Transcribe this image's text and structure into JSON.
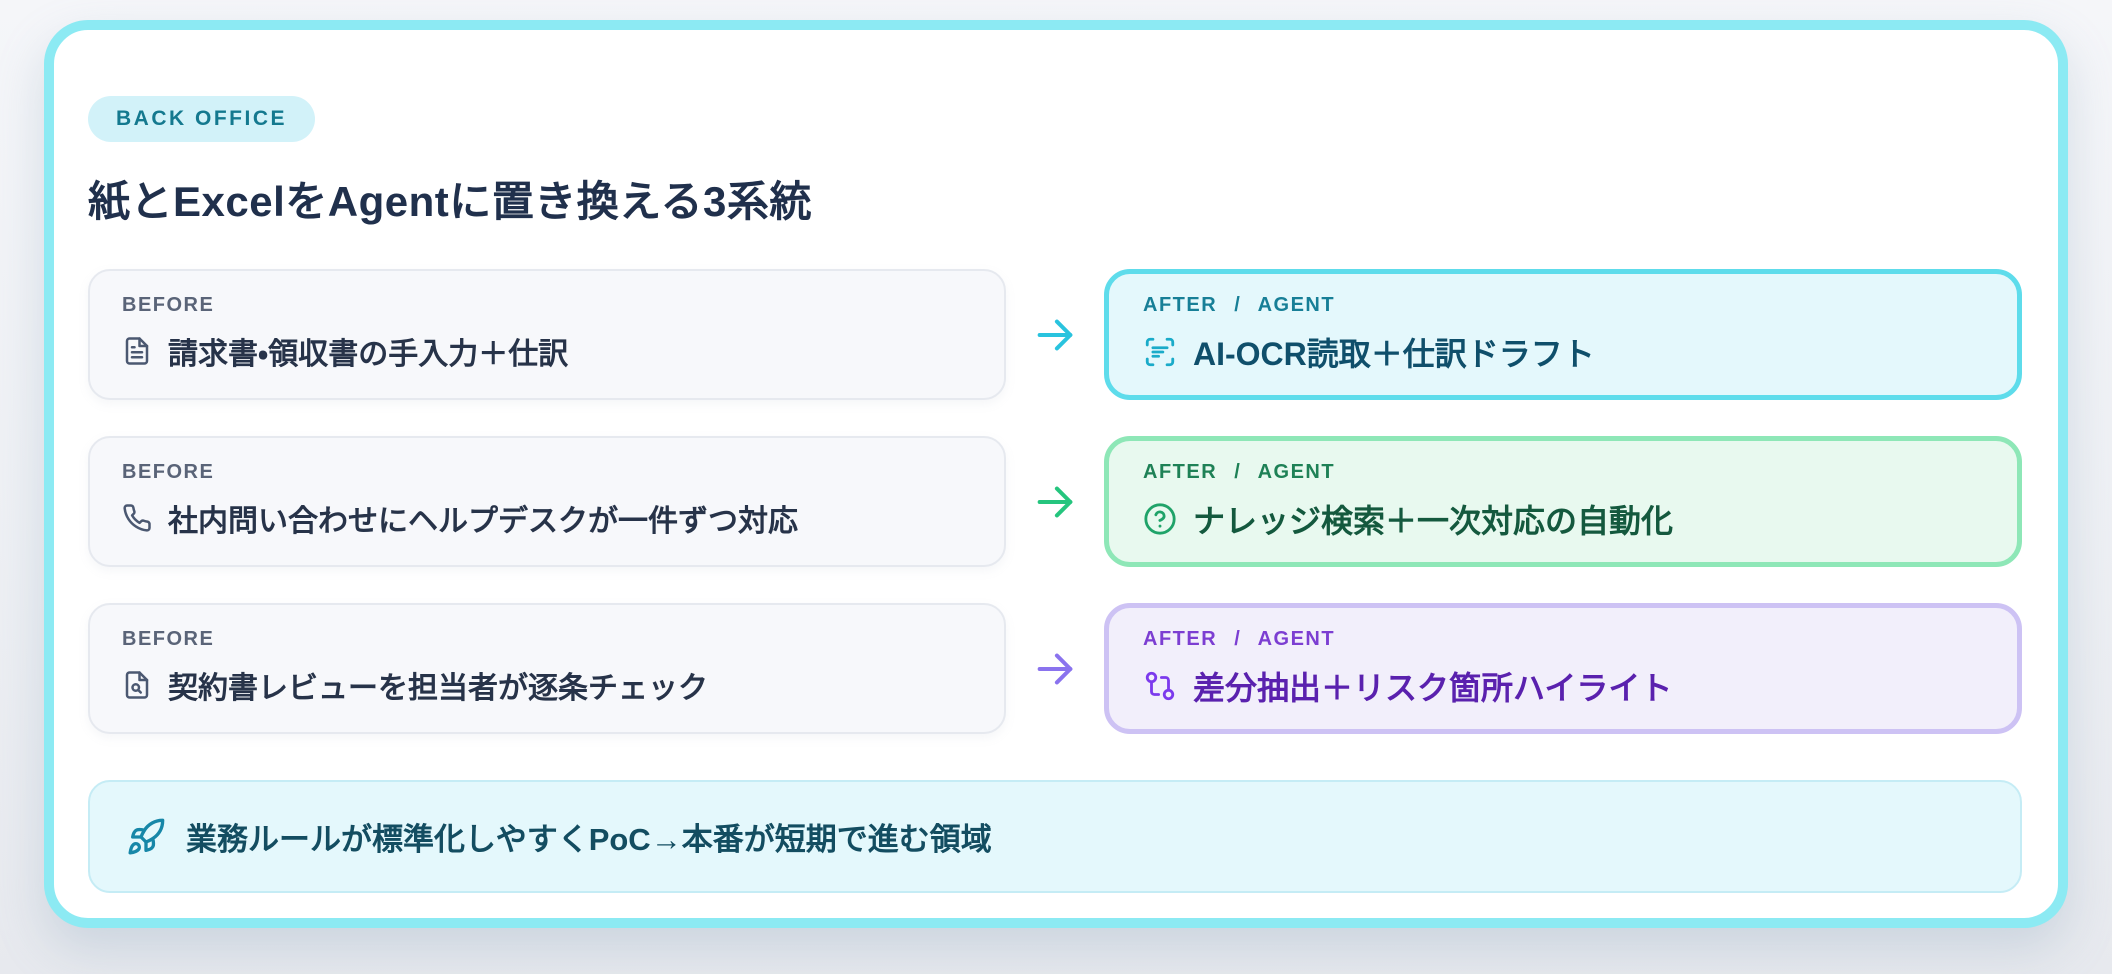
{
  "badge": "BACK OFFICE",
  "title": "紙とExcelをAgentに置き換える3系統",
  "labels": {
    "before": "BEFORE",
    "after": "AFTER / AGENT"
  },
  "rows": [
    {
      "before": {
        "icon": "file-text-icon",
        "text": "請求書・領収書の手入力＋仕訳"
      },
      "after": {
        "icon": "scan-text-icon",
        "text": "AI-OCR読取＋仕訳ドラフト"
      },
      "theme": {
        "name": "cyan",
        "arrow": "#29c3de",
        "card_border": "#5edceb",
        "card_bg": "#e4f8fc",
        "label_color": "#177f97",
        "title_color": "#0f4f6b",
        "icon_color": "#1aabc9"
      }
    },
    {
      "before": {
        "icon": "phone-icon",
        "text": "社内問い合わせにヘルプデスクが一件ずつ対応"
      },
      "after": {
        "icon": "help-circle-icon",
        "text": "ナレッジ検索＋一次対応の自動化"
      },
      "theme": {
        "name": "green",
        "arrow": "#25c57e",
        "card_border": "#8ee7b7",
        "card_bg": "#e8f9ef",
        "label_color": "#1e8156",
        "title_color": "#14593e",
        "icon_color": "#1fa369"
      }
    },
    {
      "before": {
        "icon": "file-search-icon",
        "text": "契約書レビューを担当者が逐条チェック"
      },
      "after": {
        "icon": "git-compare-icon",
        "text": "差分抽出＋リスク箇所ハイライト"
      },
      "theme": {
        "name": "purple",
        "arrow": "#8a73ee",
        "card_border": "#cdc2f4",
        "card_bg": "#f2effb",
        "label_color": "#7c3ed2",
        "title_color": "#5a21ae",
        "icon_color": "#7c3aed"
      }
    }
  ],
  "note": {
    "icon": "rocket-icon",
    "text": "業務ルールが標準化しやすくPoC→本番が短期で進む領域"
  },
  "frame": {
    "outer_bg": "#eef0f4",
    "card_bg": "#ffffff",
    "card_border": "#8ceaf3",
    "badge_bg": "#d2f2f9",
    "badge_color": "#14798f",
    "title_color": "#20304c",
    "before_bg": "#f7f8fb",
    "before_border": "#e6e9ef",
    "before_label_color": "#5a6478",
    "before_text_color": "#273349",
    "before_icon_color": "#4b5871",
    "note_bg": "#e4f8fc",
    "note_color": "#134d61",
    "note_icon_color": "#1787a8"
  }
}
